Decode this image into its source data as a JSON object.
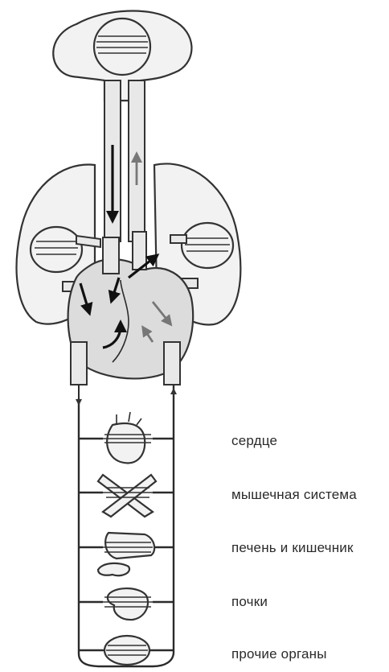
{
  "labels": {
    "heart": "сердце",
    "muscle": "мышечная система",
    "liver_intestine": "печень и кишечник",
    "kidneys": "почки",
    "other_organs": "прочие органы"
  },
  "colors": {
    "line": "#2b2b2b",
    "fill": "#f2f2f2",
    "arrow_dark": "#111111",
    "arrow_light": "#777777"
  },
  "icons": {
    "brain": "brain-icon",
    "lungs": "lungs-icon",
    "heart": "heart-icon",
    "organs": "organ-icons"
  }
}
